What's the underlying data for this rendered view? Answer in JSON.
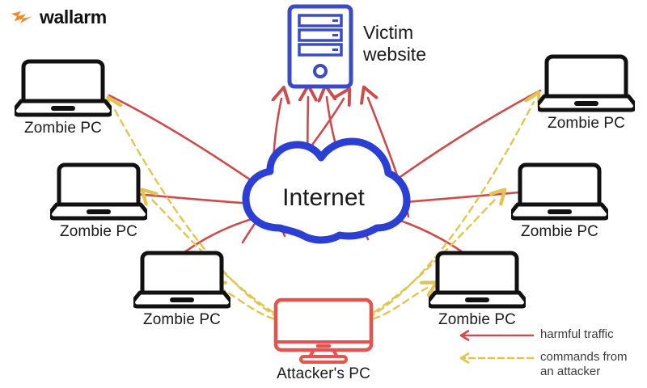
{
  "brand": {
    "name": "wallarm",
    "logo_icon": "lightning-bolt-icon",
    "logo_color": "#F08A24"
  },
  "colors": {
    "harmful_traffic": "#CE4B4B",
    "commands": "#E2C451",
    "cloud": "#2B3FD4",
    "victim": "#3B4BC8",
    "attacker": "#E8524E",
    "zombie": "#111111",
    "text": "#1b1b1b"
  },
  "victim": {
    "label": "Victim\nwebsite",
    "icon": "server-tower-icon"
  },
  "cloud": {
    "label": "Internet",
    "icon": "cloud-icon"
  },
  "attacker": {
    "label": "Attacker's PC",
    "icon": "desktop-monitor-icon"
  },
  "zombies": [
    {
      "label": "Zombie PC",
      "position": "top-left"
    },
    {
      "label": "Zombie PC",
      "position": "mid-left"
    },
    {
      "label": "Zombie PC",
      "position": "bottom-left"
    },
    {
      "label": "Zombie PC",
      "position": "top-right"
    },
    {
      "label": "Zombie PC",
      "position": "mid-right"
    },
    {
      "label": "Zombie PC",
      "position": "bottom-right"
    }
  ],
  "legend": [
    {
      "label": "harmful traffic",
      "style": "solid",
      "color": "#CE4B4B",
      "icon": "arrow-left-icon"
    },
    {
      "label": "commands from\nan attacker",
      "style": "dashed",
      "color": "#E2C451",
      "icon": "arrow-left-dashed-icon"
    }
  ]
}
